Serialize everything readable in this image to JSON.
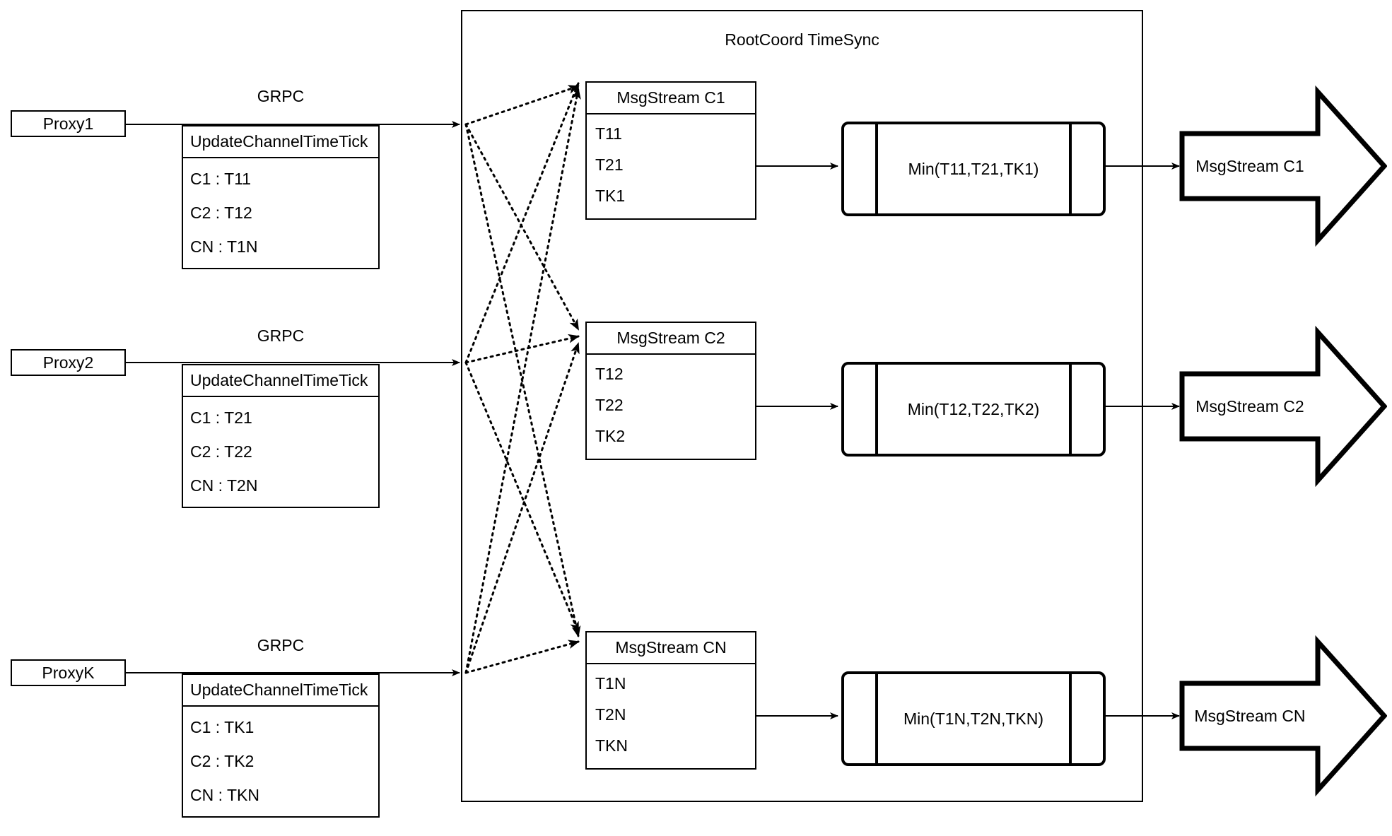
{
  "diagram": {
    "title": "RootCoord TimeSync",
    "protocol_label": "GRPC",
    "rpc_name": "UpdateChannelTimeTick"
  },
  "proxies": [
    {
      "name": "Proxy1",
      "protocol": "GRPC",
      "rpc": "UpdateChannelTimeTick",
      "rows": [
        "C1 :  T11",
        "C2 :  T12",
        "CN : T1N"
      ]
    },
    {
      "name": "Proxy2",
      "protocol": "GRPC",
      "rpc": "UpdateChannelTimeTick",
      "rows": [
        "C1 :  T21",
        "C2 :  T22",
        "CN : T2N"
      ]
    },
    {
      "name": "ProxyK",
      "protocol": "GRPC",
      "rpc": "UpdateChannelTimeTick",
      "rows": [
        "C1 :  TK1",
        "C2 :  TK2",
        "CN : TKN"
      ]
    }
  ],
  "channels": [
    {
      "stream_title": "MsgStream C1",
      "ticks": [
        "T11",
        "T21",
        "TK1"
      ],
      "min_label": "Min(T11,T21,TK1)",
      "output_label": "MsgStream C1"
    },
    {
      "stream_title": "MsgStream C2",
      "ticks": [
        "T12",
        "T22",
        "TK2"
      ],
      "min_label": "Min(T12,T22,TK2)",
      "output_label": "MsgStream C2"
    },
    {
      "stream_title": "MsgStream CN",
      "ticks": [
        "T1N",
        "T2N",
        "TKN"
      ],
      "min_label": "Min(T1N,T2N,TKN)",
      "output_label": "MsgStream CN"
    }
  ],
  "colors": {
    "stroke": "#000000",
    "background": "#ffffff"
  }
}
